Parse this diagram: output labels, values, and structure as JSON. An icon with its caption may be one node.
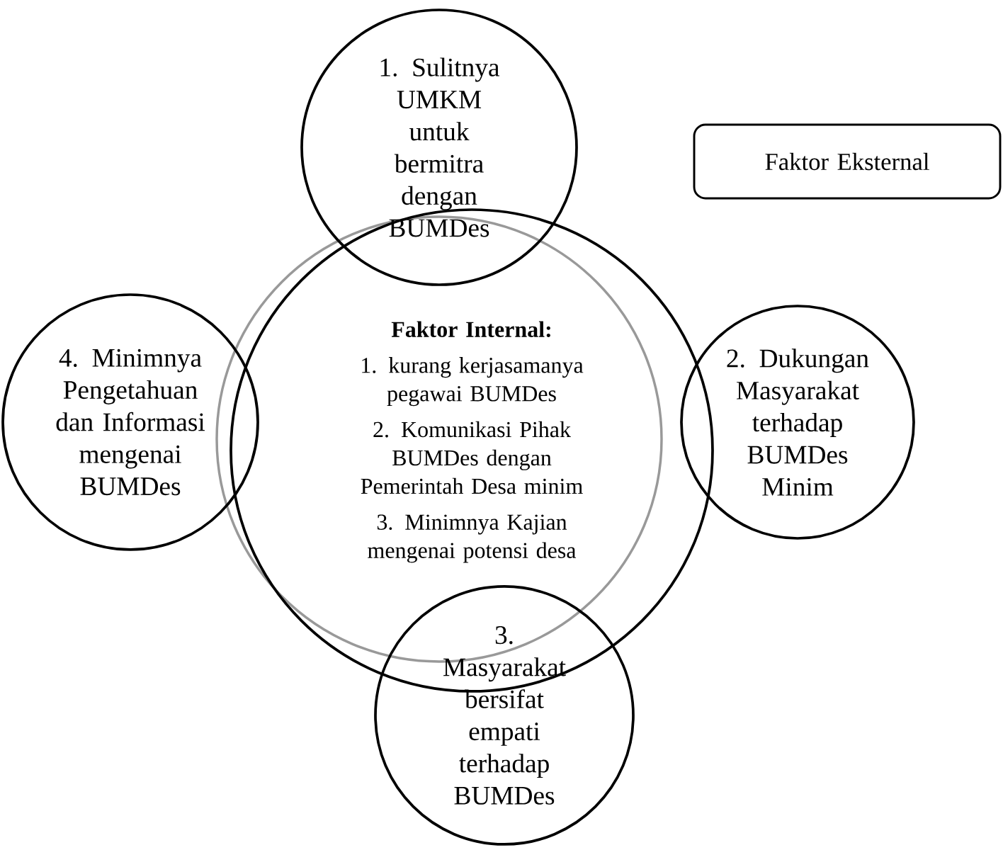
{
  "diagram": {
    "nodes": [
      {
        "text": [
          "1. Sulitnya UMKM untuk bermitra dengan BUMDes"
        ]
      },
      {
        "text": [
          "Faktor Eksternal"
        ]
      },
      {
        "text": [
          "4. Minimnya Pengetahuan dan Informasi mengenai BUMDes"
        ]
      },
      {
        "text": [
          "Faktor Internal:",
          "1. kurang kerjasamanya pegawai BUMDes",
          "2. Komunikasi Pihak BUMDes dengan Pemerintah Desa minim",
          "3. Minimnya Kajian mengenai potensi desa"
        ]
      },
      {
        "text": [
          "2. Dukungan Masyarakat terhadap BUMDes Minim"
        ]
      },
      {
        "text": [
          "3. Masyarakat bersifat empati terhadap BUMDes"
        ]
      }
    ]
  }
}
